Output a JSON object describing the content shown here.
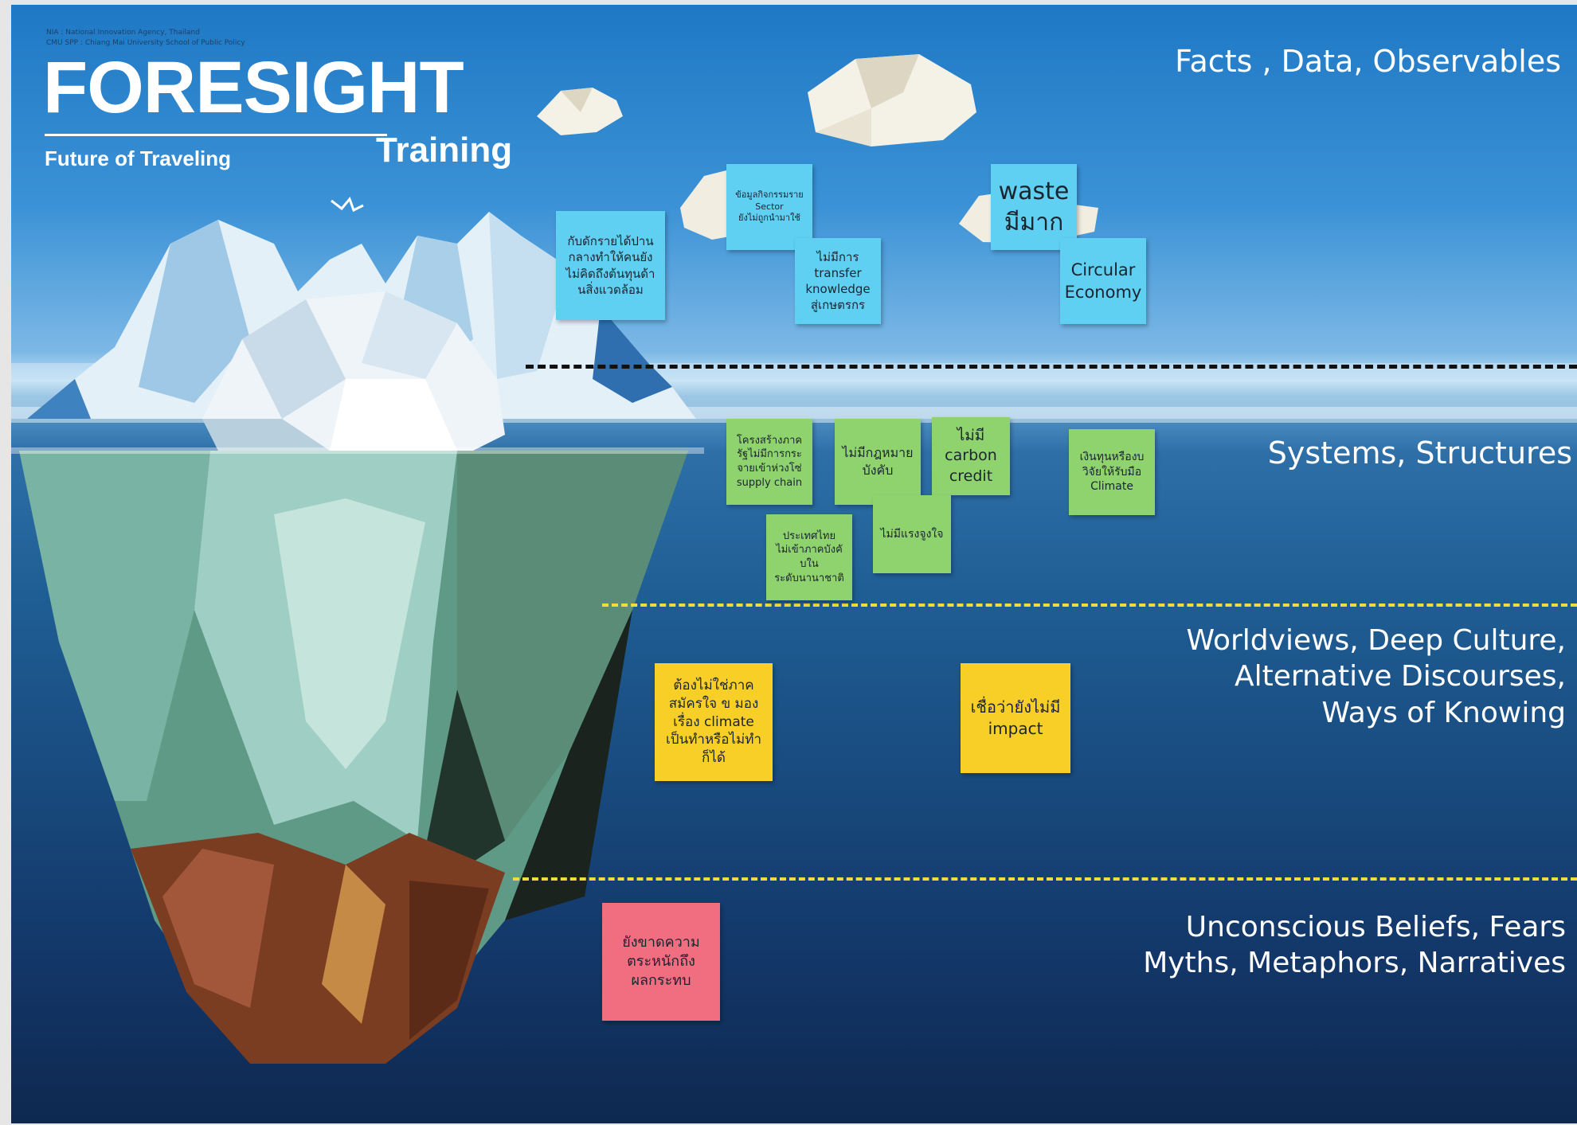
{
  "logo": {
    "org_line1": "NIA : National Innovation Agency, Thailand",
    "org_line2": "CMU SPP : Chiang Mai University School of Public Policy",
    "title": "FORESIGHT",
    "subtitle": "Future of Traveling",
    "training": "Training"
  },
  "sections": [
    {
      "id": "facts",
      "label": "Facts , Data, Observables"
    },
    {
      "id": "systems",
      "label": "Systems, Structures"
    },
    {
      "id": "worldviews",
      "label": "Worldviews, Deep Culture,\nAlternative Discourses,\nWays of Knowing"
    },
    {
      "id": "beliefs",
      "label": "Unconscious Beliefs, Fears\nMyths, Metaphors, Narratives"
    }
  ],
  "dividers": {
    "waterline_color": "#111111",
    "layer_color": "#f0dc3c"
  },
  "notes": {
    "blue": [
      "กับดักรายได้ปาน\nกลางทำให้คนยัง\nไม่คิดถึงต้นทุนด้า\nนสิ่งแวดล้อม",
      "ข้อมูลกิจกรรมราย\nSector\nยังไม่ถูกนำมาใช้",
      "ไม่มีการ\ntransfer\nknowledge\nสู่เกษตรกร",
      "waste\nมีมาก",
      "Circular\nEconomy"
    ],
    "green": [
      "โครงสร้างภาค\nรัฐไม่มีการกระ\nจายเข้าห่วงโซ่\nsupply chain",
      "ไม่มีกฎหมาย\nบังคับ",
      "ไม่มี\ncarbon\ncredit",
      "เงินทุนหรืองบ\nวิจัยให้รับมือ\nClimate",
      "ประเทศไทย\nไม่เข้าภาคบังคั\nบใน\nระดับนานาชาติ",
      "ไม่มีแรงจูงใจ"
    ],
    "yellow": [
      "ต้องไม่ใช่ภาค\nสมัครใจ ข มอง\nเรื่อง climate\nเป็นทำหรือไม่ทำ\nก็ได้",
      "เชื่อว่ายังไม่มี\nimpact"
    ],
    "pink": [
      "ยังขาดความ\nตระหนักถึง\nผลกระทบ"
    ]
  },
  "colors": {
    "note_blue": "#5fd0f2",
    "note_green": "#8fd36f",
    "note_yellow": "#f7cf27",
    "note_pink": "#f06e80"
  }
}
